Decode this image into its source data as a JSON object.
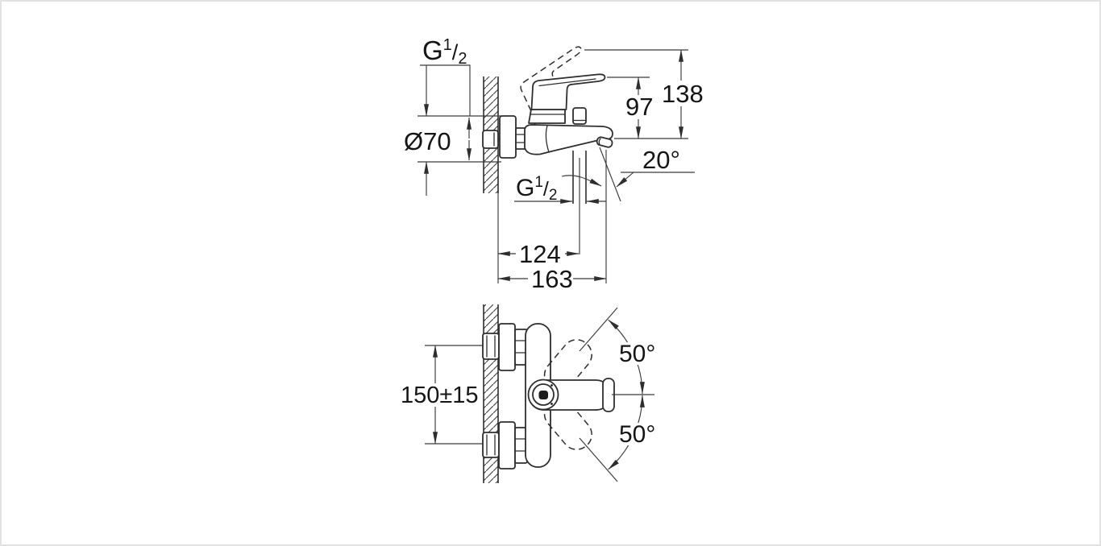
{
  "drawing_type": "installation technical drawing, wall-mounted single-lever bath mixer, side and front views",
  "colors": {
    "line": "#2e2e2e",
    "dimension_line": "#3a3a3a",
    "text": "#151515",
    "background": "#ffffff",
    "frame": "#e2e2e2"
  },
  "side": {
    "thread_top": {
      "main": "G",
      "sup": "1",
      "slash": "/",
      "sub": "2"
    },
    "diameter": "Ø70",
    "lever_height": "97",
    "lever_raised_height": "138",
    "spout_angle": "20°",
    "thread_outlet": {
      "main": "G",
      "sup": "1",
      "slash": "/",
      "sub": "2"
    },
    "wall_to_outlet": "124",
    "wall_to_spout": "163"
  },
  "front": {
    "inlet_spacing": "150±15",
    "swivel_up": "50°",
    "swivel_down": "50°"
  }
}
